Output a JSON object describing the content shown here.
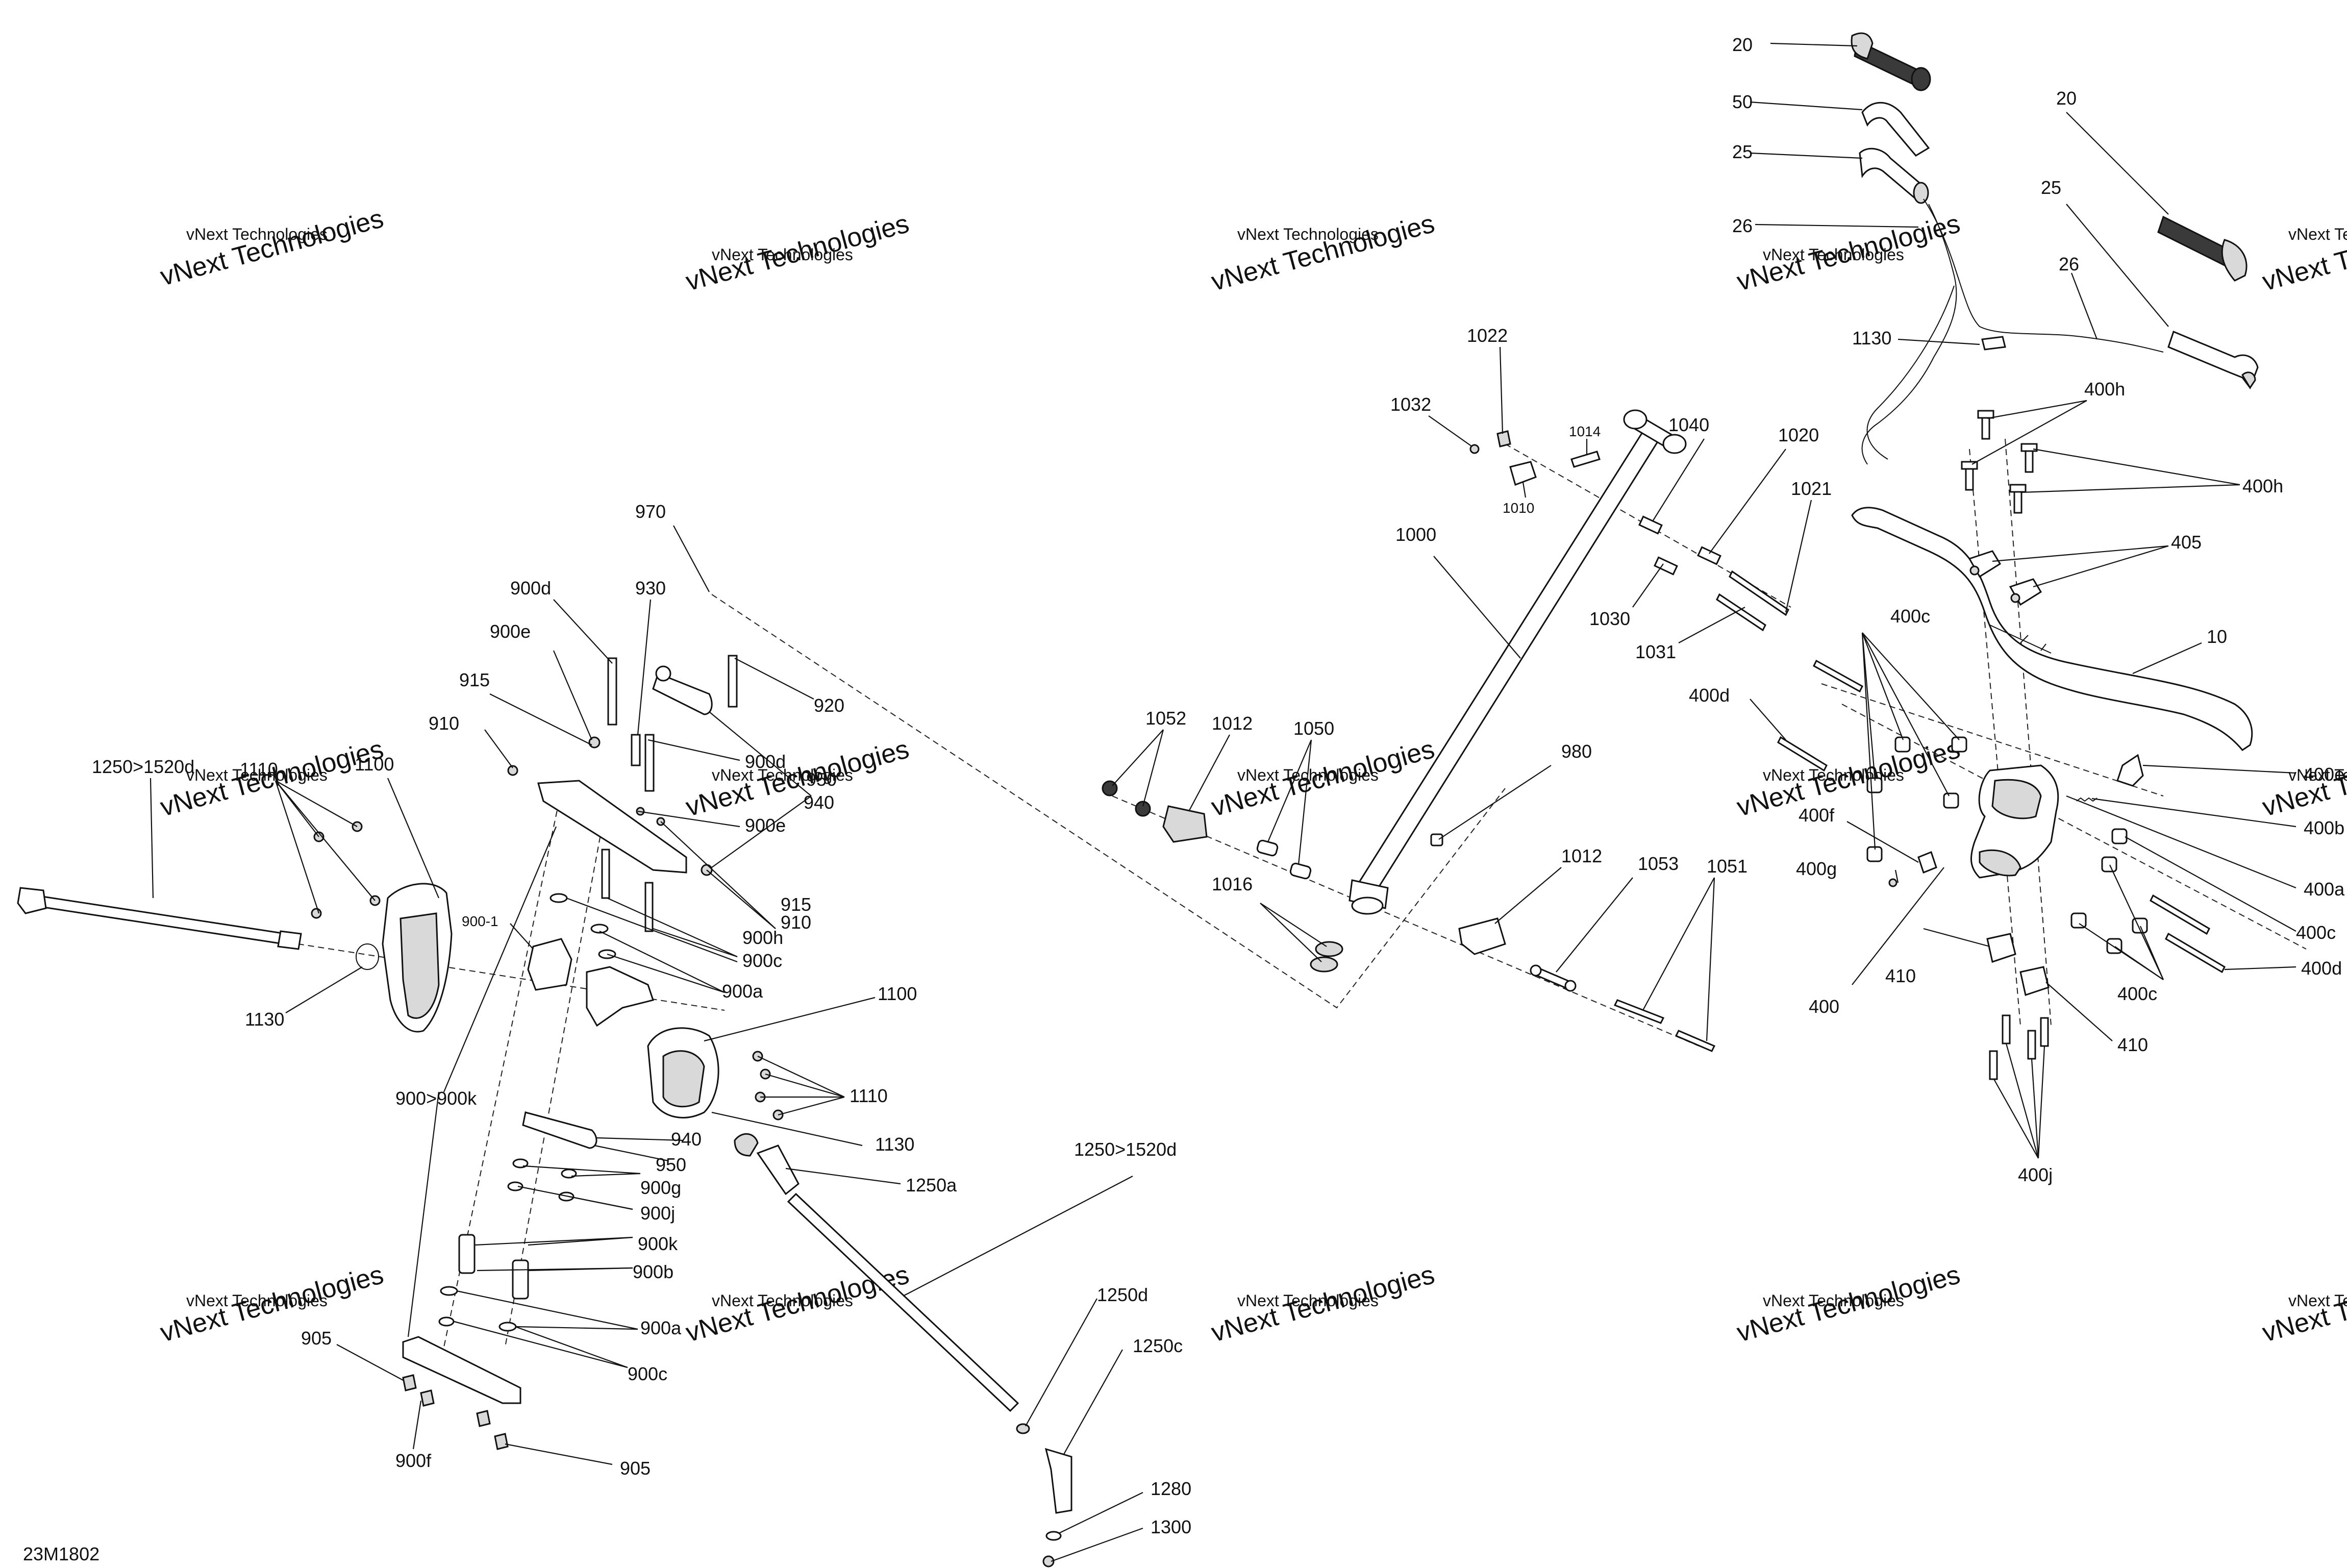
{
  "drawing": {
    "code": "23M1802",
    "watermark_line1": "vNext Technologies",
    "watermark_line2": "vNext Technologies"
  },
  "labels": [
    {
      "id": "20a",
      "text": "20"
    },
    {
      "id": "50",
      "text": "50"
    },
    {
      "id": "25a",
      "text": "25"
    },
    {
      "id": "26a",
      "text": "26"
    },
    {
      "id": "20b",
      "text": "20"
    },
    {
      "id": "25b",
      "text": "25"
    },
    {
      "id": "26b",
      "text": "26"
    },
    {
      "id": "1130a",
      "text": "1130"
    },
    {
      "id": "400h-a",
      "text": "400h"
    },
    {
      "id": "400h-b",
      "text": "400h"
    },
    {
      "id": "405",
      "text": "405"
    },
    {
      "id": "400c-a",
      "text": "400c"
    },
    {
      "id": "10",
      "text": "10"
    },
    {
      "id": "400d-a",
      "text": "400d"
    },
    {
      "id": "400e",
      "text": "400e"
    },
    {
      "id": "400b",
      "text": "400b"
    },
    {
      "id": "400f",
      "text": "400f"
    },
    {
      "id": "400g",
      "text": "400g"
    },
    {
      "id": "400a",
      "text": "400a"
    },
    {
      "id": "400c-b",
      "text": "400c"
    },
    {
      "id": "400d-b",
      "text": "400d"
    },
    {
      "id": "400c-c",
      "text": "400c"
    },
    {
      "id": "410a",
      "text": "410"
    },
    {
      "id": "410b",
      "text": "410"
    },
    {
      "id": "400",
      "text": "400"
    },
    {
      "id": "400j",
      "text": "400j"
    },
    {
      "id": "1022",
      "text": "1022"
    },
    {
      "id": "1032",
      "text": "1032"
    },
    {
      "id": "1014",
      "text": "1014"
    },
    {
      "id": "1010",
      "text": "1010"
    },
    {
      "id": "1040",
      "text": "1040"
    },
    {
      "id": "1020",
      "text": "1020"
    },
    {
      "id": "1021",
      "text": "1021"
    },
    {
      "id": "1000",
      "text": "1000"
    },
    {
      "id": "1030",
      "text": "1030"
    },
    {
      "id": "1031",
      "text": "1031"
    },
    {
      "id": "980",
      "text": "980"
    },
    {
      "id": "1052",
      "text": "1052"
    },
    {
      "id": "1012a",
      "text": "1012"
    },
    {
      "id": "1050",
      "text": "1050"
    },
    {
      "id": "1016",
      "text": "1016"
    },
    {
      "id": "1012b",
      "text": "1012"
    },
    {
      "id": "1053",
      "text": "1053"
    },
    {
      "id": "1051",
      "text": "1051"
    },
    {
      "id": "970",
      "text": "970"
    },
    {
      "id": "930",
      "text": "930"
    },
    {
      "id": "900d-a",
      "text": "900d"
    },
    {
      "id": "900e-a",
      "text": "900e"
    },
    {
      "id": "915a",
      "text": "915"
    },
    {
      "id": "910a",
      "text": "910"
    },
    {
      "id": "920",
      "text": "920"
    },
    {
      "id": "900d-b",
      "text": "900d"
    },
    {
      "id": "950a",
      "text": "950"
    },
    {
      "id": "940a",
      "text": "940"
    },
    {
      "id": "900e-b",
      "text": "900e"
    },
    {
      "id": "910b",
      "text": "910"
    },
    {
      "id": "915b",
      "text": "915"
    },
    {
      "id": "900h",
      "text": "900h"
    },
    {
      "id": "900c-a",
      "text": "900c"
    },
    {
      "id": "900a-a",
      "text": "900a"
    },
    {
      "id": "900-1",
      "text": "900-1"
    },
    {
      "id": "1250a-range",
      "text": "1250>1520d"
    },
    {
      "id": "1110a",
      "text": "1110"
    },
    {
      "id": "1100a",
      "text": "1100"
    },
    {
      "id": "1130b",
      "text": "1130"
    },
    {
      "id": "900-range",
      "text": "900>900k"
    },
    {
      "id": "1100b",
      "text": "1100"
    },
    {
      "id": "1110b",
      "text": "1110"
    },
    {
      "id": "1130c",
      "text": "1130"
    },
    {
      "id": "940b",
      "text": "940"
    },
    {
      "id": "950b",
      "text": "950"
    },
    {
      "id": "900g",
      "text": "900g"
    },
    {
      "id": "900j",
      "text": "900j"
    },
    {
      "id": "900k",
      "text": "900k"
    },
    {
      "id": "900b",
      "text": "900b"
    },
    {
      "id": "900a-b",
      "text": "900a"
    },
    {
      "id": "900c-b",
      "text": "900c"
    },
    {
      "id": "905a",
      "text": "905"
    },
    {
      "id": "900f",
      "text": "900f"
    },
    {
      "id": "905b",
      "text": "905"
    },
    {
      "id": "1250a",
      "text": "1250a"
    },
    {
      "id": "1250b-range",
      "text": "1250>1520d"
    },
    {
      "id": "1250d",
      "text": "1250d"
    },
    {
      "id": "1250c",
      "text": "1250c"
    },
    {
      "id": "1280",
      "text": "1280"
    },
    {
      "id": "1300",
      "text": "1300"
    }
  ]
}
